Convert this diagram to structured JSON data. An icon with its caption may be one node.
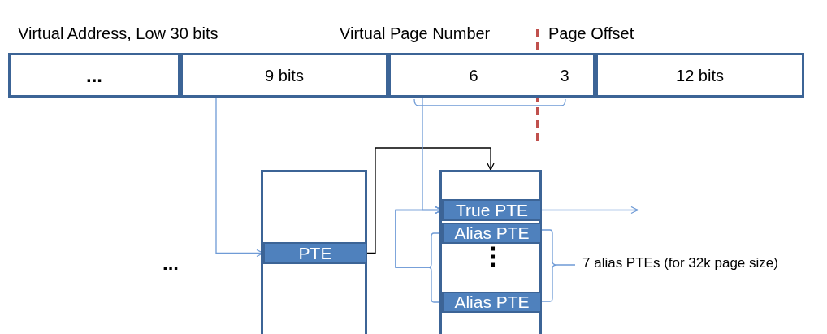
{
  "diagram": {
    "nodes": [
      {
        "text": [
          "..."
        ]
      },
      {
        "text": [
          "9 bits"
        ]
      },
      {
        "text": [
          "6",
          "3"
        ]
      },
      {
        "text": [
          "12 bits"
        ]
      },
      {
        "text": [],
        "shape": "box"
      },
      {
        "text": [
          "PTE"
        ],
        "in": 4
      },
      {
        "text": [],
        "shape": "box"
      },
      {
        "text": [
          "True PTE"
        ],
        "in": 6
      },
      {
        "text": [
          "Alias PTE"
        ],
        "in": 6
      },
      {
        "text": [
          "Alias PTE"
        ],
        "in": 6
      }
    ],
    "edges": [
      {
        "from": 1,
        "to": 5,
        "arrow": "to"
      },
      {
        "from": 5,
        "to": 6,
        "arrow": "to",
        "color": "#000000"
      },
      {
        "from": 2,
        "to": 7,
        "arrow": "to"
      },
      {
        "from": 7,
        "to": null,
        "arrow": "to"
      },
      {
        "from": 8,
        "to": 7,
        "arrow": "to"
      },
      {
        "from": 9,
        "to": 7,
        "arrow": "to"
      }
    ],
    "labels": [
      "Virtual Address, Low 30 bits",
      "Virtual Page Number",
      "Page Offset",
      "...",
      "⋮",
      "7 alias PTEs (for 32k page size)"
    ]
  }
}
